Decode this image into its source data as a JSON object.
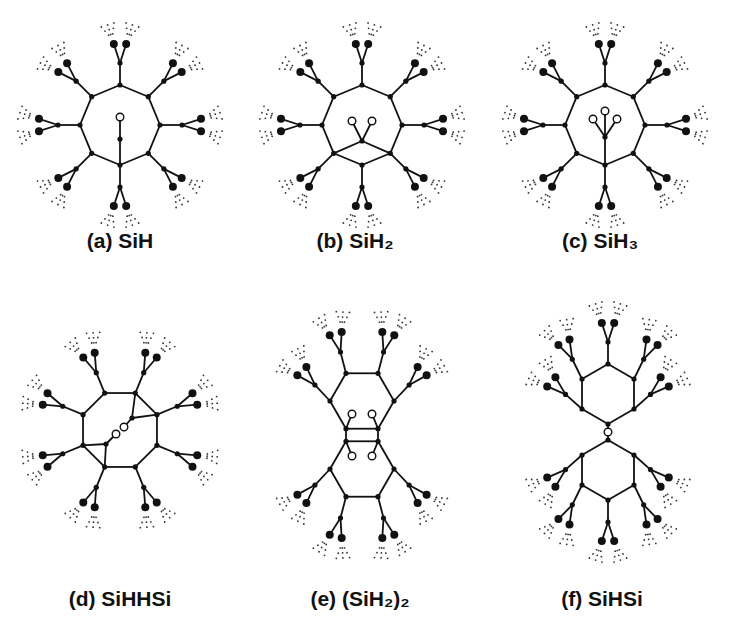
{
  "diagram": {
    "labels": [
      "(a) SiH",
      "(b) SiH₂",
      "(c) SiH₃",
      "(d) SiHHSi",
      "(e) (SiH₂)₂",
      "(f) SiHSi"
    ]
  }
}
